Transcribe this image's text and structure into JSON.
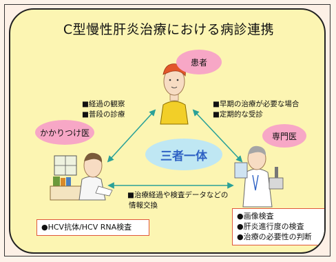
{
  "title": "C型慢性肝炎治療における病診連携",
  "roles": {
    "patient": "患者",
    "family_doctor": "かかりつけ医",
    "specialist": "専門医"
  },
  "center_label": "三者一体",
  "notes": {
    "left_top": [
      "■経過の観察",
      "■普段の診療"
    ],
    "right_top": [
      "■早期の治療が必要な場合",
      "■定期的な受診"
    ],
    "bottom": [
      "■治療経過や検査データなどの",
      "情報交換"
    ]
  },
  "boxes": {
    "family_doctor": "●HCV抗体/HCV RNA検査",
    "specialist": [
      "●画像検査",
      "●肝炎進行度の検査",
      "●治療の必要性の判断"
    ]
  },
  "colors": {
    "panel": "#fcf5b2",
    "bubble": "#f7a7c6",
    "center": "#bfe7f3",
    "center_text": "#2f62c4",
    "arrow": "#2aa198",
    "box_border": "#e0573b"
  }
}
